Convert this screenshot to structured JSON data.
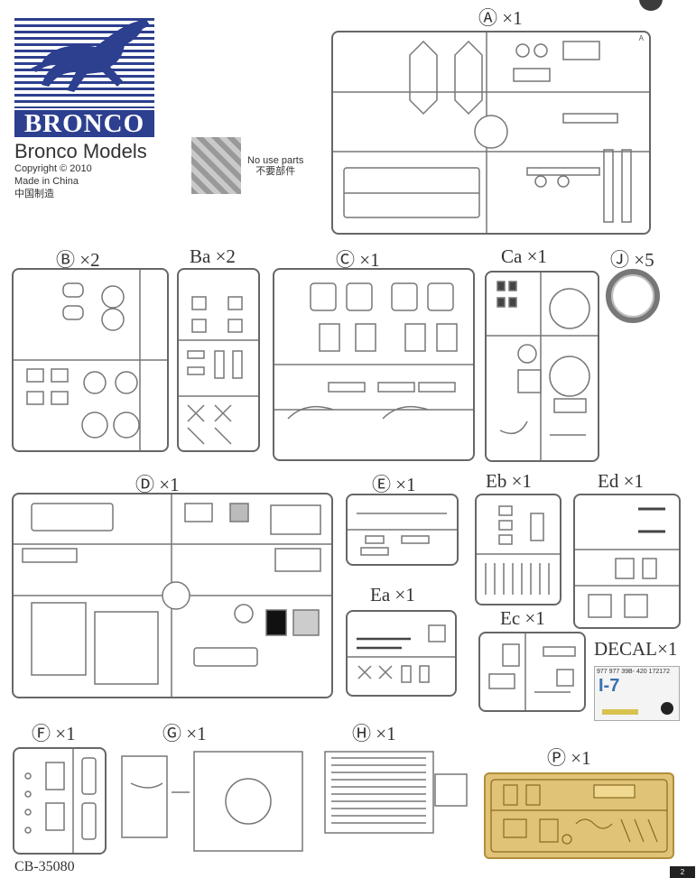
{
  "brand": {
    "logo_word": "BRONCO",
    "name": "Bronco Models",
    "copyright": "Copyright © 2010",
    "made_in": "Made in China",
    "made_in_cn": "中国制造"
  },
  "no_use": {
    "line1": "No use parts",
    "line2": "不要部件"
  },
  "sprues": [
    {
      "id": "A",
      "letter": "Ⓐ",
      "qty": "×1"
    },
    {
      "id": "B",
      "letter": "Ⓑ",
      "qty": "×2"
    },
    {
      "id": "Ba",
      "letter": "Ba",
      "qty": "×2"
    },
    {
      "id": "C",
      "letter": "Ⓒ",
      "qty": "×1"
    },
    {
      "id": "Ca",
      "letter": "Ca",
      "qty": "×1"
    },
    {
      "id": "J",
      "letter": "Ⓙ",
      "qty": "×5"
    },
    {
      "id": "D",
      "letter": "Ⓓ",
      "qty": "×1"
    },
    {
      "id": "E",
      "letter": "Ⓔ",
      "qty": "×1"
    },
    {
      "id": "Eb",
      "letter": "Eb",
      "qty": "×1"
    },
    {
      "id": "Ed",
      "letter": "Ed",
      "qty": "×1"
    },
    {
      "id": "Ea",
      "letter": "Ea",
      "qty": "×1"
    },
    {
      "id": "Ec",
      "letter": "Ec",
      "qty": "×1"
    },
    {
      "id": "F",
      "letter": "Ⓕ",
      "qty": "×1"
    },
    {
      "id": "G",
      "letter": "Ⓖ",
      "qty": "×1"
    },
    {
      "id": "H",
      "letter": "Ⓗ",
      "qty": "×1"
    },
    {
      "id": "P",
      "letter": "Ⓟ",
      "qty": "×1"
    }
  ],
  "decal": {
    "title": "DECAL",
    "qty": "×1",
    "code_line": "977 977 39B- 420 172172",
    "big": "I-7"
  },
  "footer": {
    "code": "CB-35080",
    "page": "2"
  }
}
